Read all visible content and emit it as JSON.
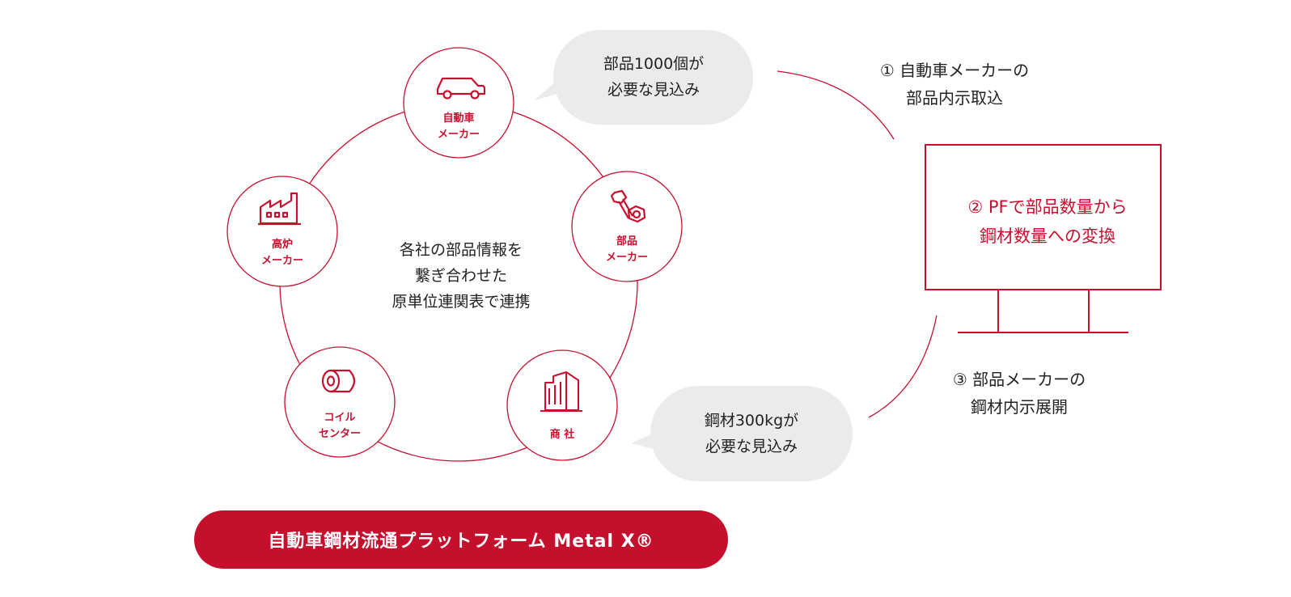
{
  "colors": {
    "accent": "#c8102e",
    "bubble": "#ebebeb",
    "text": "#222222"
  },
  "nodes": {
    "auto": {
      "line1": "自動車",
      "line2": "メーカー",
      "icon": "car-icon"
    },
    "parts": {
      "line1": "部品",
      "line2": "メーカー",
      "icon": "bolt-nut-icon"
    },
    "trader": {
      "line1": "商 社",
      "icon": "building-icon"
    },
    "coil": {
      "line1": "コイル",
      "line2": "センター",
      "icon": "coil-icon"
    },
    "blast": {
      "line1": "高炉",
      "line2": "メーカー",
      "icon": "factory-icon"
    }
  },
  "center": {
    "line1": "各社の部品情報を",
    "line2": "繋ぎ合わせた",
    "line3": "原単位連関表で連携"
  },
  "bubble_top": {
    "line1": "部品1000個が",
    "line2": "必要な見込み"
  },
  "bubble_bottom": {
    "line1": "鋼材300kgが",
    "line2": "必要な見込み"
  },
  "step1": {
    "line1": "① 自動車メーカーの",
    "line2": "部品内示取込"
  },
  "step2": {
    "line1": "② PFで部品数量から",
    "line2": "鋼材数量への変換"
  },
  "step3": {
    "line1": "③ 部品メーカーの",
    "line2": "鋼材内示展開"
  },
  "banner": {
    "label": "自動車鋼材流通プラットフォーム Metal X®"
  }
}
